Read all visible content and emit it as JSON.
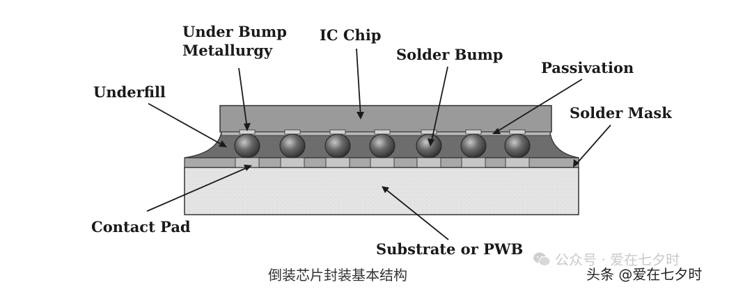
{
  "labels": {
    "under_bump_line1": "Under Bump",
    "under_bump_line2": "Metallurgy",
    "ic_chip": "IC Chip",
    "solder_bump": "Solder Bump",
    "passivation": "Passivation",
    "underfill": "Underfill",
    "solder_mask": "Solder Mask",
    "contact_pad": "Contact Pad",
    "substrate": "Substrate or PWB"
  },
  "caption": "倒装芯片封装基本结构",
  "watermark": {
    "icon": "wechat-icon",
    "official_account": "公众号 · 爱在七夕时",
    "platform_user": "头条 @爱在七夕时"
  },
  "colors": {
    "chip": "#9a9a9a",
    "underfill": "#6d6d6d",
    "substrate": "#e2e2e2",
    "solder_mask": "#a8a8a8",
    "pad": "#c6c6c6",
    "bump": "#4a4a4a",
    "label": "#1a1a1a"
  }
}
